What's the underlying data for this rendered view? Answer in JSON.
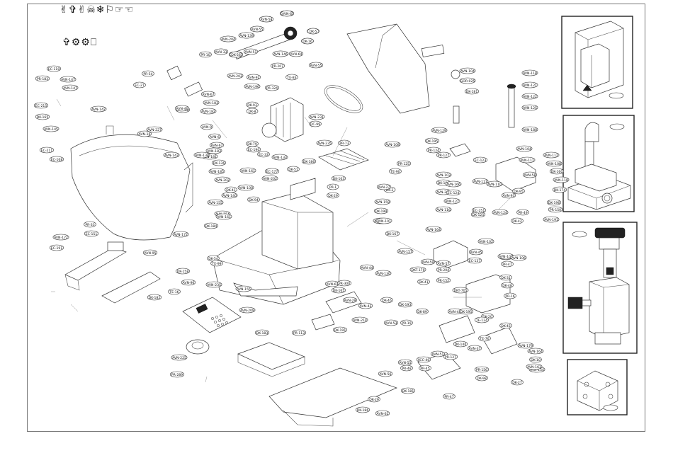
{
  "symbols": {
    "row1": "✌✞✌☠❄⚐☞☜",
    "row2": "✞⚙⚙⎕"
  },
  "colors": {
    "line": "#333333",
    "background": "#ffffff",
    "frame": "#777777"
  },
  "labels": [
    "DK-140",
    "AVN-35",
    "PR-13",
    "AVN-18",
    "DK-34",
    "DK-94",
    "EC-36",
    "PR-15",
    "AVN-48",
    "PR-16",
    "AVN-64",
    "PR-207",
    "AVN-51",
    "PR-10",
    "AVN-55",
    "AVN-203",
    "AVN-92",
    "TE-83",
    "PR-54",
    "EC-27",
    "AVN-196",
    "AVN-16",
    "AVN-69",
    "AVN-67",
    "AVN-183",
    "AVN-182",
    "DK-93",
    "DK-8",
    "PR-324",
    "AVN-147",
    "PR-183",
    "EC-110",
    "AVN-142",
    "AVN-147",
    "EC-215",
    "DK-165",
    "AVN-145",
    "EC-211",
    "EC-168",
    "AVN-227",
    "AVN-46",
    "AVN-9",
    "AVN-6",
    "AVN-67",
    "AVN-183",
    "AVN-181",
    "AVN-143",
    "EC-190",
    "AVN-161",
    "EC-177",
    "AVN-138",
    "DK-136",
    "AVN-185",
    "AVN-202",
    "DK-79",
    "AVN-202",
    "AVN-231",
    "DC-99",
    "DK-163",
    "AVN-235",
    "PR-73",
    "AVN-133",
    "EC-33",
    "DK-51",
    "DK-186",
    "PR-33",
    "EC-151",
    "AVN-172",
    "EC-191",
    "AVN-172",
    "DK-184",
    "AVN-154",
    "AVN-155",
    "DK-94",
    "AVN-100",
    "AVN-161",
    "AVN-140",
    "DK-41",
    "DK-158",
    "DK-54",
    "AVN-235",
    "AVN-155",
    "DK-165",
    "AVN-95",
    "TE-99",
    "AVN-96",
    "TE-16",
    "DK-182",
    "AVN-209",
    "DK-183",
    "AVN-225",
    "PR-289",
    "PR-113",
    "AVN-214",
    "DK-191",
    "AVN-130",
    "AVN-44",
    "AVN-61",
    "PR-300",
    "DK-46",
    "AVN-29",
    "DK-89",
    "AVN-42",
    "AVN-53",
    "AVN-57",
    "PR-19",
    "AVN-59",
    "DKT-170",
    "PR-204",
    "PR-152",
    "DKT-705",
    "DK-41",
    "DK-29",
    "AVN-62",
    "PR-1",
    "DK-29",
    "AVN-159",
    "DK-2",
    "AVN-132",
    "AVN-157",
    "AVN-164",
    "AVN-102",
    "AVN-45",
    "EC-137",
    "XCC-40",
    "PR-47",
    "DK-31",
    "DK-48",
    "PR-16",
    "AVN-58",
    "PR-127",
    "DK-195",
    "PR-124",
    "PR-125",
    "AVN-129",
    "EC-123",
    "AVN-103",
    "DK-100",
    "AVN-217",
    "EC-124",
    "AVN-127",
    "AVN-116",
    "DK-125",
    "AVN-166",
    "AVN-117",
    "AVN-104",
    "GOR-025",
    "DK-181",
    "AVN-118",
    "AVN-121",
    "AVN-122",
    "AVN-125",
    "AVN-180",
    "AVN-104",
    "AVN-111",
    "EC-251",
    "AVN-110",
    "AVN-93",
    "DK-95",
    "AVN-112",
    "AVN-108",
    "DK-160",
    "AVN-118",
    "AVN-124",
    "DK-42",
    "PR-49",
    "AVN-191",
    "PR-150",
    "DK-196",
    "DK-174",
    "AVN-107",
    "AVN-106",
    "AVN-108",
    "AVN-27",
    "DK-199",
    "AVN-101",
    "TE-90",
    "DK-167",
    "DK-20",
    "TE-124",
    "DK-45",
    "AVN-179",
    "AVN-164",
    "DK-10",
    "AVN-154",
    "DK-27",
    "AVN-163",
    "DK-98",
    "PR-156",
    "TE-76",
    "AVN-37",
    "DK-140",
    "PR-127",
    "AVN-51",
    "XCC-40",
    "PR-45",
    "PR-47",
    "DK-181",
    "DK-186",
    "AVN-56",
    "PR-48",
    "AVN-55",
    "AVN-44",
    "DK-195",
    "DK-193",
    "AVN-6",
    "AVN-58",
    "AVN-55",
    "AVN-139",
    "DK-5",
    "DK-16",
    "AVN-204",
    "AVN-33",
    "DK-56",
    "AVN-146"
  ],
  "insets": [
    "cabinet-inset",
    "clamp-inset",
    "spindle-inset",
    "block-inset"
  ]
}
